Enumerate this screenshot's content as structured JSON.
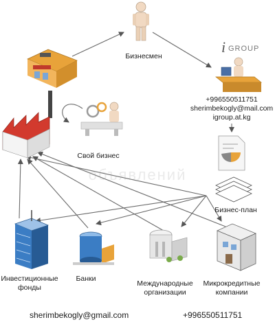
{
  "nodes": {
    "businessman": "Бизнесмен",
    "own_business": "Свой бизнес",
    "business_plan": "Бизнес-план",
    "igroup_logo_letter": "i",
    "igroup_logo_text": "GROUP",
    "investment_funds": [
      "Инвестиционные",
      "фонды"
    ],
    "banks": "Банки",
    "international_orgs": [
      "Международные",
      "организации"
    ],
    "microcredit": [
      "Микрокредитные",
      "компании"
    ]
  },
  "contacts": {
    "phone": "+996550511751",
    "email": "sherimbekogly@mail.com",
    "site": "igroup.at.kg"
  },
  "footer": {
    "email": "sherimbekogly@gmail.com",
    "phone": "+996550511751"
  },
  "watermark": "объявлений",
  "colors": {
    "arrow": "#555555",
    "accent_orange": "#e8a33a",
    "factory_red": "#c0392b",
    "building_blue": "#3b7dc4"
  }
}
